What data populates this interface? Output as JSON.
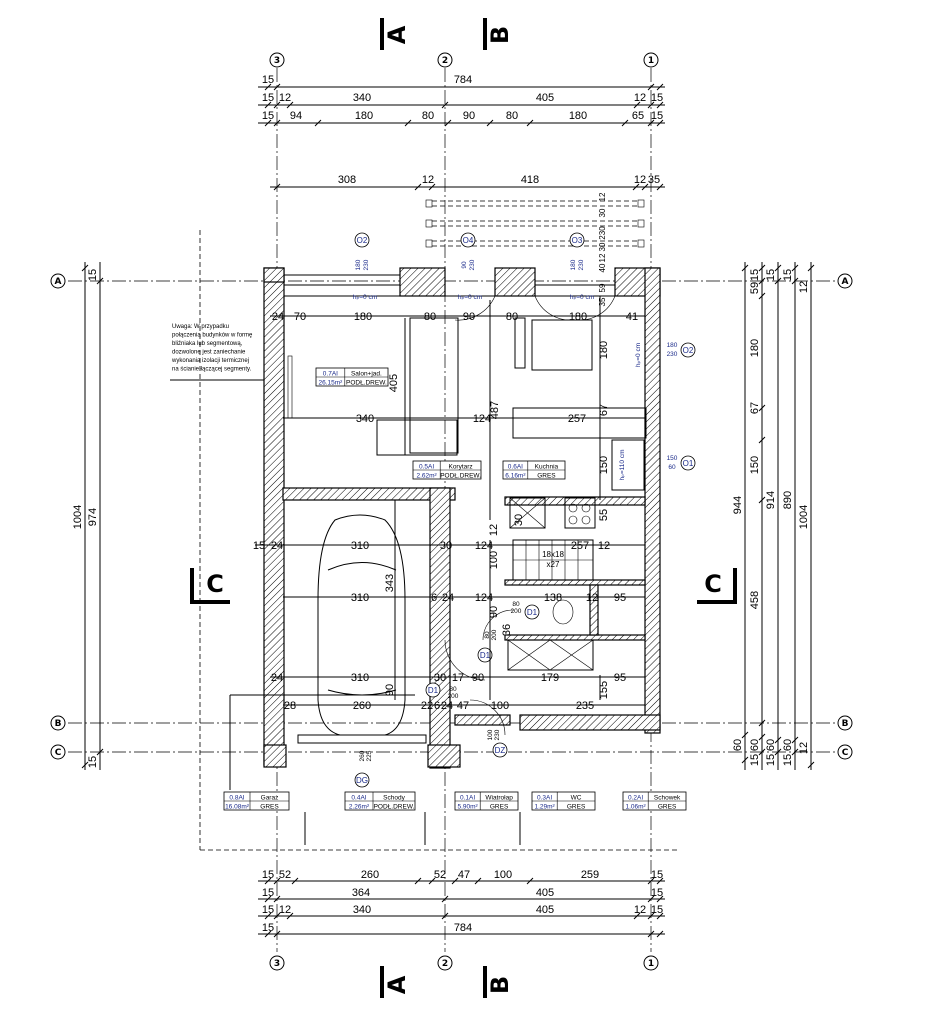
{
  "axes": {
    "vertical": [
      "3",
      "2",
      "1"
    ],
    "horizontal": [
      "A",
      "B",
      "C"
    ]
  },
  "sections": {
    "A": "A",
    "B": "B",
    "C": "C"
  },
  "dims_top": {
    "row1": [
      "15",
      "784"
    ],
    "row2": [
      "15",
      "12",
      "340",
      "405",
      "12",
      "15"
    ],
    "row3": [
      "15",
      "94",
      "180",
      "80",
      "90",
      "80",
      "180",
      "65",
      "15"
    ],
    "row4": [
      "308",
      "12",
      "418",
      "12",
      "35"
    ],
    "pergola": [
      "12",
      "30",
      "230",
      "30",
      "12",
      "40",
      "59",
      "35"
    ]
  },
  "dims_bottom": {
    "row1": [
      "15",
      "52",
      "260",
      "52",
      "47",
      "100",
      "259",
      "15"
    ],
    "row2": [
      "15",
      "364",
      "405",
      "15"
    ],
    "row3": [
      "15",
      "12",
      "340",
      "405",
      "12",
      "15"
    ],
    "row4": [
      "15",
      "784"
    ]
  },
  "dims_left": [
    "15",
    "1004",
    "974",
    "15"
  ],
  "dims_right": {
    "col1": [
      "944",
      "60"
    ],
    "col2": [
      "15",
      "59",
      "180",
      "67",
      "150",
      "458",
      "15",
      "60"
    ],
    "col3": [
      "15",
      "914",
      "15",
      "60"
    ],
    "col4": [
      "15",
      "890",
      "15",
      "60"
    ],
    "col5": [
      "12",
      "1004",
      "12"
    ]
  },
  "dims_interior": {
    "r316": [
      "24",
      "70",
      "180",
      "80",
      "90",
      "80",
      "180",
      "41"
    ],
    "r418": [
      "340",
      "124",
      "257"
    ],
    "r545": [
      "15",
      "24",
      "310",
      "30",
      "124",
      "257",
      "12"
    ],
    "r597": [
      "310",
      "6",
      "24",
      "124",
      "138",
      "12",
      "95"
    ],
    "r677": [
      "24",
      "310",
      "30",
      "17",
      "90",
      "179",
      "95"
    ],
    "r705": [
      "28",
      "260",
      "22",
      "6",
      "24",
      "47",
      "100",
      "235"
    ],
    "vertical": [
      "405",
      "487",
      "180",
      "67",
      "150",
      "55",
      "100",
      "343",
      "90",
      "90",
      "155",
      "12",
      "36",
      "30"
    ]
  },
  "windows": [
    {
      "tag": "O2",
      "w": "180",
      "h": "230"
    },
    {
      "tag": "O4",
      "w": "90",
      "h": "230"
    },
    {
      "tag": "O3",
      "w": "180",
      "h": "230"
    },
    {
      "tag": "O2",
      "w": "180",
      "h": "230"
    },
    {
      "tag": "O1",
      "w": "150",
      "h": "60"
    }
  ],
  "sill": "hₚ=0 cm",
  "sill_kitchen": "hₚ=110 cm",
  "doors": [
    {
      "tag": "D1",
      "w": "80",
      "h": "200"
    },
    {
      "tag": "D1",
      "w": "80",
      "h": "200"
    },
    {
      "tag": "D1",
      "w": "80",
      "h": "200"
    },
    {
      "tag": "DZ",
      "w": "100",
      "h": "230"
    },
    {
      "tag": "DG",
      "w": "260",
      "h": "225"
    }
  ],
  "stairs": {
    "size": "18x18",
    "count": "x27"
  },
  "rooms": [
    {
      "no": "0.7AI",
      "name": "Salon+jad.",
      "area": "26.15m²",
      "floor": "PODŁ.DREW."
    },
    {
      "no": "0.5AI",
      "name": "Korytarz",
      "area": "2.62m²",
      "floor": "PODŁ.DREW."
    },
    {
      "no": "0.6AI",
      "name": "Kuchnia",
      "area": "6.16m²",
      "floor": "GRES"
    },
    {
      "no": "0.8AI",
      "name": "Garaż",
      "area": "16.08m²",
      "floor": "GRES"
    },
    {
      "no": "0.4AI",
      "name": "Schody",
      "area": "2.26m²",
      "floor": "PODŁ.DREW."
    },
    {
      "no": "0.1AI",
      "name": "Wiatrołap",
      "area": "5.90m²",
      "floor": "GRES"
    },
    {
      "no": "0.3AI",
      "name": "WC",
      "area": "1.29m²",
      "floor": "GRES"
    },
    {
      "no": "0.2AI",
      "name": "Schowek",
      "area": "1.06m²",
      "floor": "GRES"
    }
  ],
  "note": [
    "Uwaga: W przypadku",
    "połączenia budynków w formę",
    "bliźniaka lub segmentową,",
    "dozwolone jest zaniechanie",
    "wykonania izolacji termicznej",
    "na ścianie łączącej segmenty."
  ]
}
